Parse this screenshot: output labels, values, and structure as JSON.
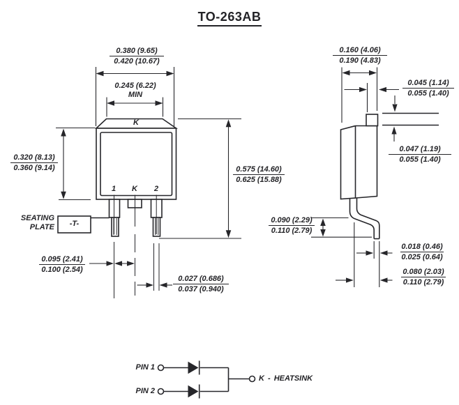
{
  "title": "TO-263AB",
  "colors": {
    "ink": "#26262a",
    "background": "#ffffff"
  },
  "front_view": {
    "top_tab_label": "K",
    "pin_labels": [
      "1",
      "K",
      "2"
    ],
    "seating_plate": {
      "line1": "SEATING",
      "line2": "PLATE",
      "datum": "-T-"
    },
    "dims": {
      "body_width": {
        "min": "0.380 (9.65)",
        "max": "0.420 (10.67)"
      },
      "tab_edge_width": {
        "value": "0.245 (6.22)",
        "qualifier": "MIN"
      },
      "body_height": {
        "min": "0.320 (8.13)",
        "max": "0.360 (9.14)"
      },
      "overall_height": {
        "min": "0.575 (14.60)",
        "max": "0.625 (15.88)"
      },
      "lead_pitch": {
        "min": "0.095 (2.41)",
        "max": "0.100 (2.54)"
      },
      "lead_width": {
        "min": "0.027 (0.686)",
        "max": "0.037 (0.940)"
      }
    }
  },
  "side_view": {
    "dims": {
      "body_thickness": {
        "min": "0.160 (4.06)",
        "max": "0.190 (4.83)"
      },
      "tab_width": {
        "min": "0.045 (1.14)",
        "max": "0.055 (1.40)"
      },
      "tab_thickness": {
        "min": "0.047 (1.19)",
        "max": "0.055 (1.40)"
      },
      "lead_bend_height": {
        "min": "0.090 (2.29)",
        "max": "0.110 (2.79)"
      },
      "lead_thickness": {
        "min": "0.018 (0.46)",
        "max": "0.025 (0.64)"
      },
      "lead_setback": {
        "min": "0.080 (2.03)",
        "max": "0.110 (2.79)"
      }
    }
  },
  "schematic": {
    "pin1_label": "PIN 1",
    "pin2_label": "PIN 2",
    "cathode_label": "K -  HEATSINK"
  }
}
